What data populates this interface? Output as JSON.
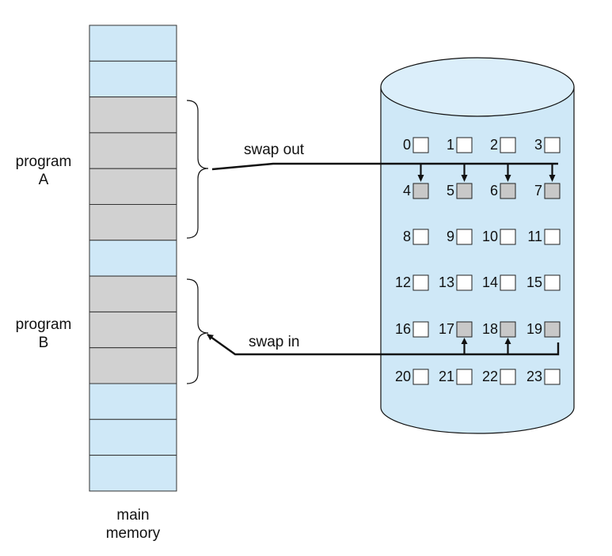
{
  "memory": {
    "caption_line1": "main",
    "caption_line2": "memory",
    "blocks": [
      {
        "state": "free"
      },
      {
        "state": "free"
      },
      {
        "state": "used"
      },
      {
        "state": "used"
      },
      {
        "state": "used"
      },
      {
        "state": "used"
      },
      {
        "state": "free"
      },
      {
        "state": "used"
      },
      {
        "state": "used"
      },
      {
        "state": "used"
      },
      {
        "state": "free"
      },
      {
        "state": "free"
      },
      {
        "state": "free"
      }
    ]
  },
  "programs": {
    "a": {
      "line1": "program",
      "line2": "A"
    },
    "b": {
      "line1": "program",
      "line2": "B"
    }
  },
  "swap": {
    "out_label": "swap out",
    "in_label": "swap in",
    "out_targets": [
      "4",
      "5",
      "6",
      "7"
    ],
    "in_sources": [
      "17",
      "18",
      "19"
    ]
  },
  "disk": {
    "rows": [
      [
        {
          "n": "0",
          "filled": false
        },
        {
          "n": "1",
          "filled": false
        },
        {
          "n": "2",
          "filled": false
        },
        {
          "n": "3",
          "filled": false
        }
      ],
      [
        {
          "n": "4",
          "filled": true
        },
        {
          "n": "5",
          "filled": true
        },
        {
          "n": "6",
          "filled": true
        },
        {
          "n": "7",
          "filled": true
        }
      ],
      [
        {
          "n": "8",
          "filled": false
        },
        {
          "n": "9",
          "filled": false
        },
        {
          "n": "10",
          "filled": false
        },
        {
          "n": "11",
          "filled": false
        }
      ],
      [
        {
          "n": "12",
          "filled": false
        },
        {
          "n": "13",
          "filled": false
        },
        {
          "n": "14",
          "filled": false
        },
        {
          "n": "15",
          "filled": false
        }
      ],
      [
        {
          "n": "16",
          "filled": false
        },
        {
          "n": "17",
          "filled": true
        },
        {
          "n": "18",
          "filled": true
        },
        {
          "n": "19",
          "filled": true
        }
      ],
      [
        {
          "n": "20",
          "filled": false
        },
        {
          "n": "21",
          "filled": false
        },
        {
          "n": "22",
          "filled": false
        },
        {
          "n": "23",
          "filled": false
        }
      ]
    ]
  },
  "colors": {
    "free": "#cfe8f7",
    "used": "#d1d1d1",
    "disk_body": "#cfe8f7",
    "disk_top": "#dbeefa",
    "slot_empty": "#ffffff",
    "slot_filled": "#c8c8c8",
    "line": "#111111"
  }
}
